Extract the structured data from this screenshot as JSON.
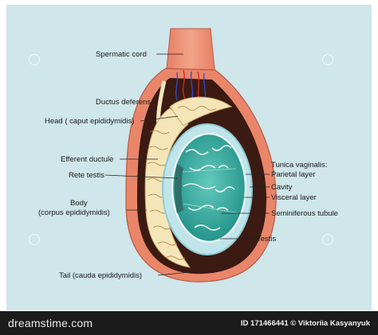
{
  "labels": {
    "spermatic_cord": "Spermatic cord",
    "ductus_deferens": "Ductus deferens",
    "head": "Head ( caput epididymidis)",
    "efferent_ductule": "Efferent ductule",
    "rete_testis": "Rete testis",
    "body_line1": "Body",
    "body_line2": "(corpus epididymidis)",
    "tail": "Tail (cauda epididymidis)",
    "tunica_vaginalis": "Tunica vaginalis:",
    "parietal_layer": "Parietal layer",
    "cavity": "Cavity",
    "visceral_layer": "Visceral layer",
    "seminiferous_tubule": "Seminiferous tubule",
    "testis": "Testis"
  },
  "footer": {
    "brand": "dreamstime.com",
    "credit": "ID 171466441 © Viktoriia Kasyanyuk"
  },
  "colors": {
    "background_panel": "#cfe6ea",
    "scrotal_wall": "#e9866a",
    "dark_layer": "#3b1a12",
    "epididymis_tubule": "#f4e6b8",
    "testis_fill": "#3db3a6",
    "tunica_cavity": "#bfe4ea",
    "footer_bg": "#1b1b1b"
  }
}
